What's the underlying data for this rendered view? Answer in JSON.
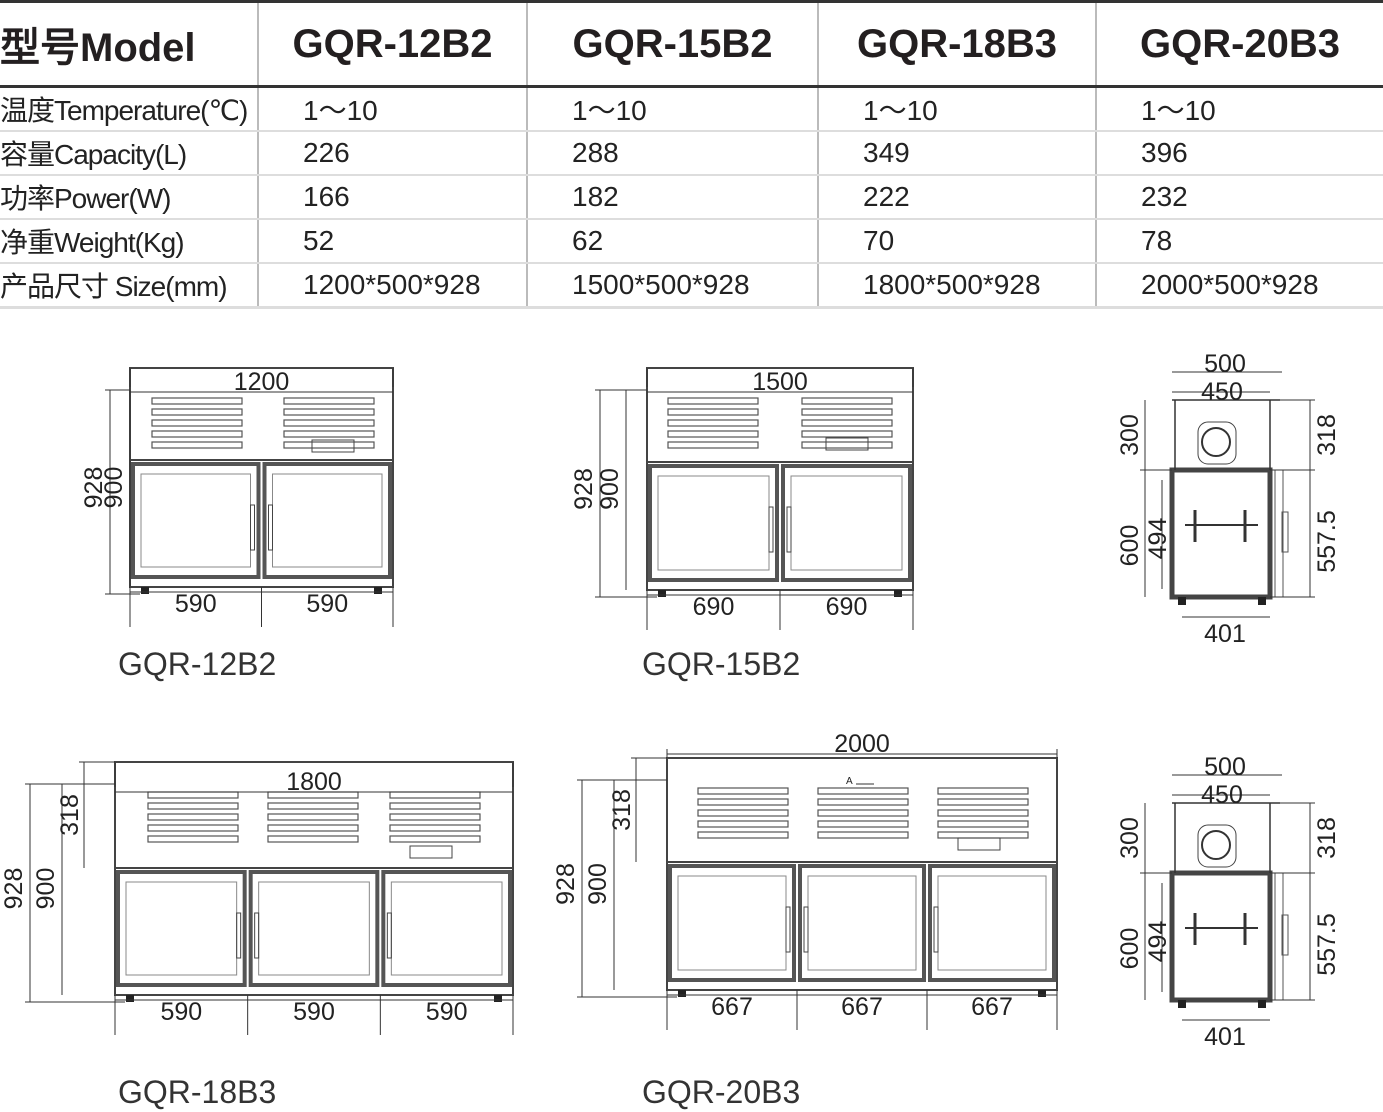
{
  "table": {
    "header_label": "型号Model",
    "models": [
      "GQR-12B2",
      "GQR-15B2",
      "GQR-18B3",
      "GQR-20B3"
    ],
    "rows": [
      {
        "label": "温度Temperature(℃)",
        "values": [
          "1～10",
          "1～10",
          "1～10",
          "1～10"
        ]
      },
      {
        "label": "容量Capacity(L)",
        "values": [
          "226",
          "288",
          "349",
          "396"
        ]
      },
      {
        "label": "功率Power(W)",
        "values": [
          "166",
          "182",
          "222",
          "232"
        ]
      },
      {
        "label": "净重Weight(Kg)",
        "values": [
          "52",
          "62",
          "70",
          "78"
        ]
      },
      {
        "label": "产品尺寸 Size(mm)",
        "values": [
          "1200*500*928",
          "1500*500*928",
          "1800*500*928",
          "2000*500*928"
        ]
      }
    ]
  },
  "drawings": [
    {
      "caption": "GQR-12B2",
      "width": "1200",
      "height_total": "928",
      "height_body": "900",
      "doors": [
        "590",
        "590"
      ]
    },
    {
      "caption": "GQR-15B2",
      "width": "1500",
      "height_total": "928",
      "height_body": "900",
      "doors": [
        "690",
        "690"
      ]
    },
    {
      "caption": "GQR-18B3",
      "width": "1800",
      "height_total": "928",
      "height_body": "900",
      "top": "318",
      "doors": [
        "590",
        "590",
        "590"
      ]
    },
    {
      "caption": "GQR-20B3",
      "width": "2000",
      "height_total": "928",
      "height_body": "900",
      "top": "318",
      "doors": [
        "667",
        "667",
        "667"
      ],
      "section_mark": "A"
    }
  ],
  "side_views": [
    {
      "depth": "500",
      "inner_depth": "450",
      "top": "300",
      "top_right": "318",
      "bottom": "600",
      "inner": "494",
      "right": "557.5",
      "base": "401"
    },
    {
      "depth": "500",
      "inner_depth": "450",
      "top": "300",
      "top_right": "318",
      "bottom": "600",
      "inner": "494",
      "right": "557.5",
      "base": "401"
    }
  ]
}
